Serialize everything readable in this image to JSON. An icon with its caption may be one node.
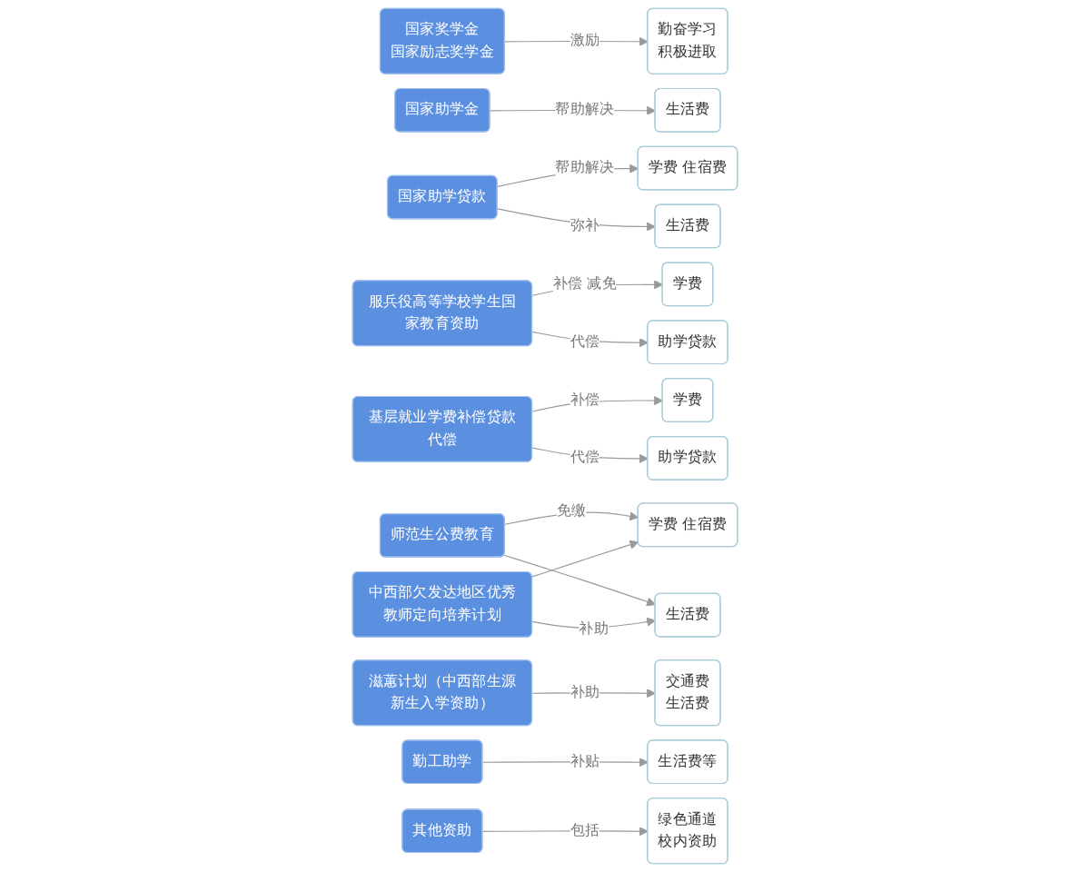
{
  "diagram": {
    "nodes": [
      {
        "text": [
          "国家奖学金",
          "国家励志奖学金"
        ]
      },
      {
        "text": [
          "勤奋学习",
          "积极进取"
        ]
      },
      {
        "text": [
          "国家助学金"
        ]
      },
      {
        "text": [
          "生活费"
        ]
      },
      {
        "text": [
          "国家助学贷款"
        ]
      },
      {
        "text": [
          "学费 住宿费"
        ]
      },
      {
        "text": [
          "生活费"
        ]
      },
      {
        "text": [
          "服兵役高等学校学生国家教育资助"
        ]
      },
      {
        "text": [
          "学费"
        ]
      },
      {
        "text": [
          "助学贷款"
        ]
      },
      {
        "text": [
          "基层就业学费补偿贷款代偿"
        ]
      },
      {
        "text": [
          "学费"
        ]
      },
      {
        "text": [
          "助学贷款"
        ]
      },
      {
        "text": [
          "师范生公费教育"
        ]
      },
      {
        "text": [
          "中西部欠发达地区优秀教师定向培养计划"
        ]
      },
      {
        "text": [
          "学费 住宿费"
        ]
      },
      {
        "text": [
          "生活费"
        ]
      },
      {
        "text": [
          "滋蕙计划（中西部生源新生入学资助）"
        ]
      },
      {
        "text": [
          "交通费",
          "生活费"
        ]
      },
      {
        "text": [
          "勤工助学"
        ]
      },
      {
        "text": [
          "生活费等"
        ]
      },
      {
        "text": [
          "其他资助"
        ]
      },
      {
        "text": [
          "绿色通道",
          "校内资助"
        ]
      }
    ],
    "edges": [
      {
        "from": 0,
        "to": 1,
        "arrow": "to",
        "label": "激励"
      },
      {
        "from": 2,
        "to": 3,
        "arrow": "to",
        "label": "帮助解决"
      },
      {
        "from": 4,
        "to": 5,
        "arrow": "to",
        "label": "帮助解决"
      },
      {
        "from": 4,
        "to": 6,
        "arrow": "to",
        "label": "弥补"
      },
      {
        "from": 7,
        "to": 8,
        "arrow": "to",
        "label": "补偿 减免"
      },
      {
        "from": 7,
        "to": 9,
        "arrow": "to",
        "label": "代偿"
      },
      {
        "from": 10,
        "to": 11,
        "arrow": "to",
        "label": "补偿"
      },
      {
        "from": 10,
        "to": 12,
        "arrow": "to",
        "label": "代偿"
      },
      {
        "from": 13,
        "to": 15,
        "arrow": "to",
        "label": "免缴"
      },
      {
        "from": 13,
        "to": 16,
        "arrow": "to"
      },
      {
        "from": 14,
        "to": 15,
        "arrow": "to"
      },
      {
        "from": 14,
        "to": 16,
        "arrow": "to",
        "label": "补助"
      },
      {
        "from": 17,
        "to": 18,
        "arrow": "to",
        "label": "补助"
      },
      {
        "from": 19,
        "to": 20,
        "arrow": "to",
        "label": "补贴"
      },
      {
        "from": 21,
        "to": 22,
        "arrow": "to",
        "label": "包括"
      }
    ]
  }
}
